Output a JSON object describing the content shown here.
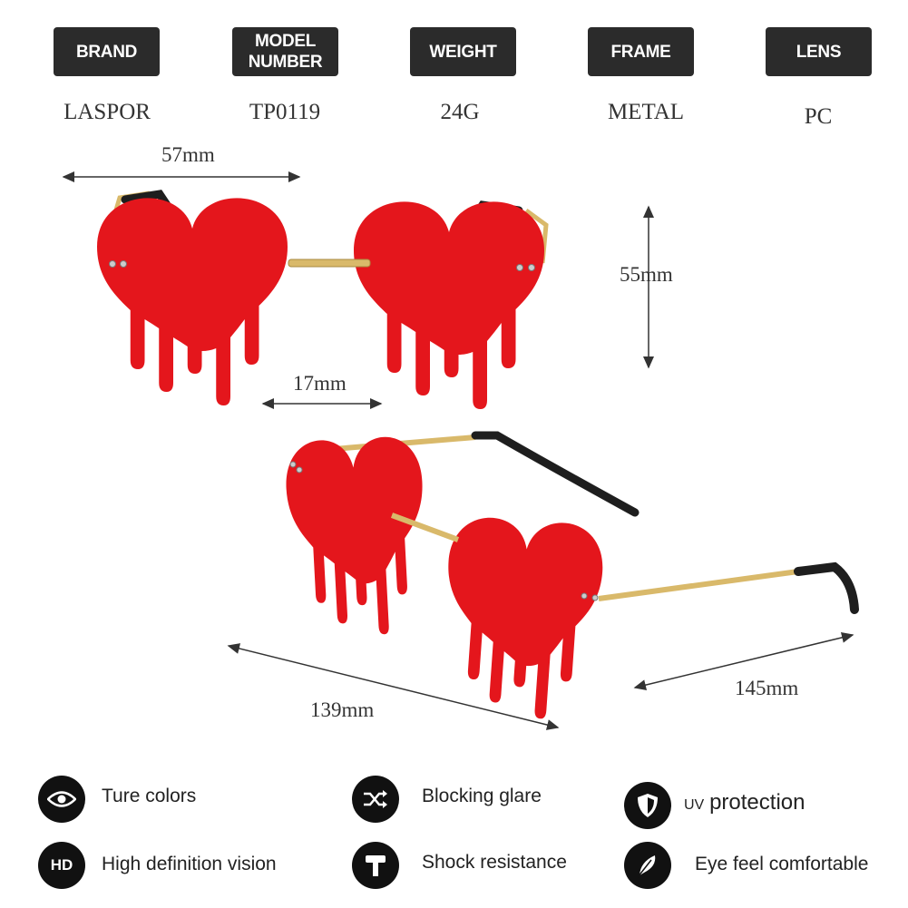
{
  "specs": [
    {
      "label_lines": [
        "BRAND"
      ],
      "value": "LASPOR"
    },
    {
      "label_lines": [
        "MODEL",
        "NUMBER"
      ],
      "value": "TP0119"
    },
    {
      "label_lines": [
        "WEIGHT"
      ],
      "value": "24G"
    },
    {
      "label_lines": [
        "FRAME"
      ],
      "value": "METAL"
    },
    {
      "label_lines": [
        "LENS"
      ],
      "value": "PC"
    }
  ],
  "dimensions": {
    "lens_width": "57mm",
    "lens_height": "55mm",
    "bridge": "17mm",
    "frame_width": "139mm",
    "temple_length": "145mm"
  },
  "features": [
    {
      "icon": "eye-icon",
      "text": "Ture colors"
    },
    {
      "icon": "shuffle-icon",
      "text": "Blocking glare"
    },
    {
      "icon": "shield-icon",
      "text_small": "UV",
      "text_large": "protection"
    },
    {
      "icon": "hd-icon",
      "text": "High definition vision",
      "icon_text": "HD"
    },
    {
      "icon": "hammer-icon",
      "text": "Shock resistance"
    },
    {
      "icon": "feather-icon",
      "text": "Eye feel comfortable"
    }
  ],
  "colors": {
    "lens": "#e4161c",
    "lens_shade": "#b80d12",
    "frame": "#d9b96a",
    "temple_tip": "#1e1e1e",
    "label_bg": "#2b2b2b"
  }
}
